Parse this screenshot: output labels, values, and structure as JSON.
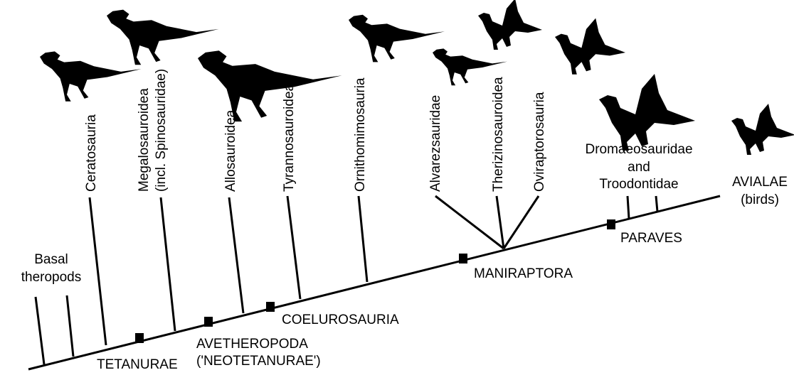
{
  "diagram": {
    "clades": [
      {
        "id": "basal",
        "label_lines": [
          "Basal",
          "theropods"
        ],
        "icon": "none"
      },
      {
        "id": "ceratosauria",
        "label": "Ceratosauria",
        "icon": "ceratosaur-silhouette-icon"
      },
      {
        "id": "megalosauroidea",
        "label_lines": [
          "Megalosauroidea",
          "(incl. Spinosauridae)"
        ],
        "icon": "spinosaur-silhouette-icon"
      },
      {
        "id": "allosauroidea",
        "label": "Allosauroidea",
        "icon": "allosaur-silhouette-icon"
      },
      {
        "id": "tyrannosauroidea",
        "label": "Tyrannosauroidea",
        "icon": "none"
      },
      {
        "id": "ornithomimosauria",
        "label": "Ornithomimosauria",
        "icon": "ornithomimid-silhouette-icon"
      },
      {
        "id": "alvarezsauridae",
        "label": "Alvarezsauridae",
        "icon": "alvarezsaur-silhouette-icon"
      },
      {
        "id": "therizinosauroidea",
        "label": "Therizinosauroidea",
        "icon": "therizinosaur-silhouette-icon"
      },
      {
        "id": "oviraptorosauria",
        "label": "Oviraptorosauria",
        "icon": "oviraptorosaur-silhouette-icon"
      },
      {
        "id": "dromaeo_troodont",
        "label_lines": [
          "Dromaeosauridae",
          "and",
          "Troodontidae"
        ],
        "icon": "dromaeosaur-silhouette-icon"
      },
      {
        "id": "avialae",
        "label_lines": [
          "AVIALAE",
          "(birds)"
        ],
        "icon": "bird-silhouette-icon"
      }
    ],
    "nodes": [
      {
        "id": "tetanurae",
        "label_lines": [
          "TETANURAE"
        ]
      },
      {
        "id": "avetheropoda",
        "label_lines": [
          "AVETHEROPODA",
          "('NEOTETANURAE')"
        ]
      },
      {
        "id": "coelurosauria",
        "label_lines": [
          "COELUROSAURIA"
        ]
      },
      {
        "id": "maniraptora",
        "label_lines": [
          "MANIRAPTORA"
        ]
      },
      {
        "id": "paraves",
        "label_lines": [
          "PARAVES"
        ]
      }
    ],
    "colors": {
      "line": "#000000",
      "silhouette": "#000000",
      "background": "#ffffff"
    }
  }
}
